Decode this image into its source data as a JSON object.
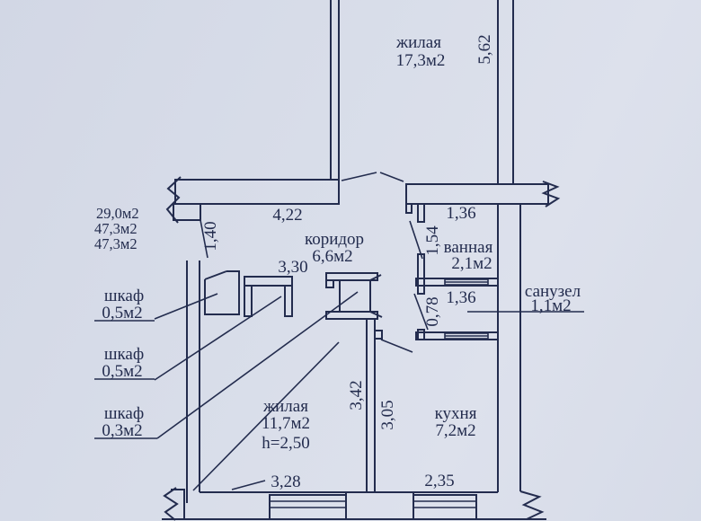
{
  "plan": {
    "summary": {
      "line1": "29,0м2",
      "line2": "47,3м2",
      "line3": "47,3м2"
    },
    "rooms": {
      "living_top": {
        "name": "жилая",
        "area": "17,3м2"
      },
      "corridor": {
        "name": "коридор",
        "area": "6,6м2"
      },
      "bathroom": {
        "name": "ванная",
        "area": "2,1м2"
      },
      "toilet": {
        "name": "санузел",
        "area": "1,1м2"
      },
      "closet1": {
        "name": "шкаф",
        "area": "0,5м2"
      },
      "closet2": {
        "name": "шкаф",
        "area": "0,5м2"
      },
      "closet3": {
        "name": "шкаф",
        "area": "0,3м2"
      },
      "living_bottom": {
        "name": "жилая",
        "area": "11,7м2",
        "height": "h=2,50"
      },
      "kitchen": {
        "name": "кухня",
        "area": "7,2м2"
      }
    },
    "dims": {
      "d562": "5,62",
      "d422": "4,22",
      "d140": "1,40",
      "d330": "3,30",
      "d136a": "1,36",
      "d154": "1,54",
      "d136b": "1,36",
      "d078": "0,78",
      "d342": "3,42",
      "d305": "3,05",
      "d328": "3,28",
      "d235": "2,35"
    },
    "colors": {
      "paper": "#d7dce8",
      "ink": "#232c4e"
    }
  }
}
